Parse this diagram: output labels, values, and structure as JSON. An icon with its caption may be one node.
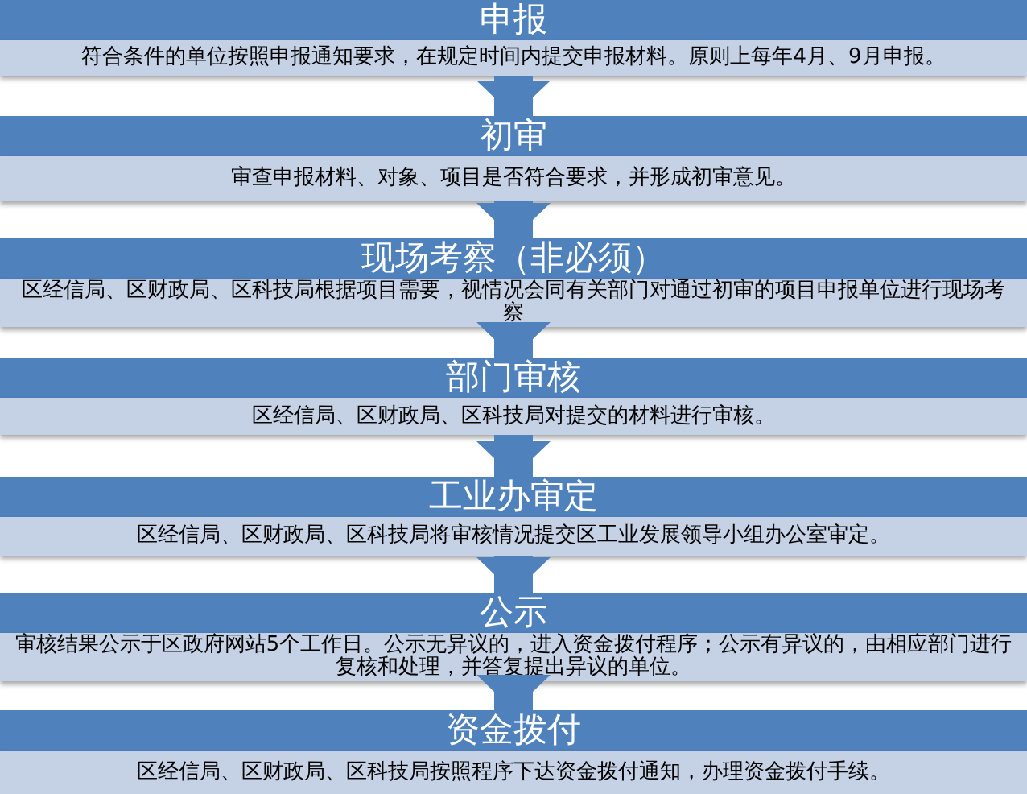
{
  "diagram": {
    "nodes": [
      {
        "text": [
          "申报",
          "符合条件的单位按照申报通知要求，在规定时间内提交申报材料。原则上每年4月、9月申报。"
        ]
      },
      {
        "text": [
          "初审",
          "审查申报材料、对象、项目是否符合要求，并形成初审意见。"
        ]
      },
      {
        "text": [
          "现场考察（非必须）",
          "区经信局、区财政局、区科技局根据项目需要，视情况会同有关部门对通过初审的项目申报单位进行现场考察"
        ]
      },
      {
        "text": [
          "部门审核",
          "区经信局、区财政局、区科技局对提交的材料进行审核。"
        ]
      },
      {
        "text": [
          "工业办审定",
          "区经信局、区财政局、区科技局将审核情况提交区工业发展领导小组办公室审定。"
        ]
      },
      {
        "text": [
          "公示",
          "审核结果公示于区政府网站5个工作日。公示无异议的，进入资金拨付程序；公示有异议的，由相应部门进行复核和处理，并答复提出异议的单位。"
        ]
      },
      {
        "text": [
          "资金拨付",
          "区经信局、区财政局、区科技局按照程序下达资金拨付通知，办理资金拨付手续。"
        ]
      }
    ],
    "edges": [
      {
        "from": 0,
        "to": 1,
        "arrow": "to"
      },
      {
        "from": 1,
        "to": 2,
        "arrow": "to"
      },
      {
        "from": 2,
        "to": 3,
        "arrow": "to"
      },
      {
        "from": 3,
        "to": 4,
        "arrow": "to"
      },
      {
        "from": 4,
        "to": 5,
        "arrow": "to"
      },
      {
        "from": 5,
        "to": 6,
        "arrow": "to"
      }
    ]
  }
}
